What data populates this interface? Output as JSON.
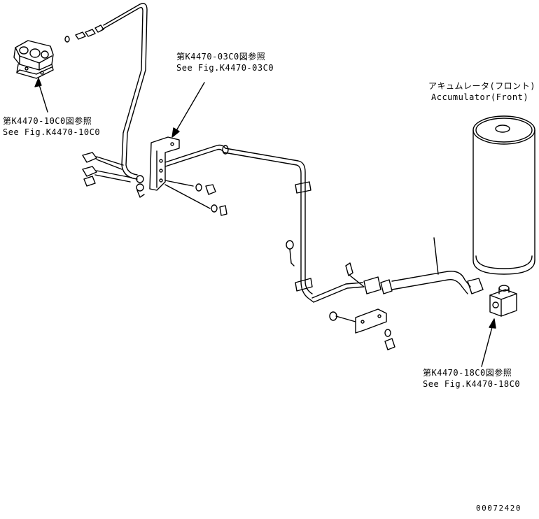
{
  "callouts": {
    "ref_03c0_jp": "第K4470-03C0図参照",
    "ref_03c0_en": "See Fig.K4470-03C0",
    "ref_10c0_jp": "第K4470-10C0図参照",
    "ref_10c0_en": "See Fig.K4470-10C0",
    "accumulator_jp": "アキュムレータ(フロント)",
    "accumulator_en": "Accumulator(Front)",
    "ref_18c0_jp": "第K4470-18C0図参照",
    "ref_18c0_en": "See Fig.K4470-18C0"
  },
  "drawing_number": "00072420"
}
